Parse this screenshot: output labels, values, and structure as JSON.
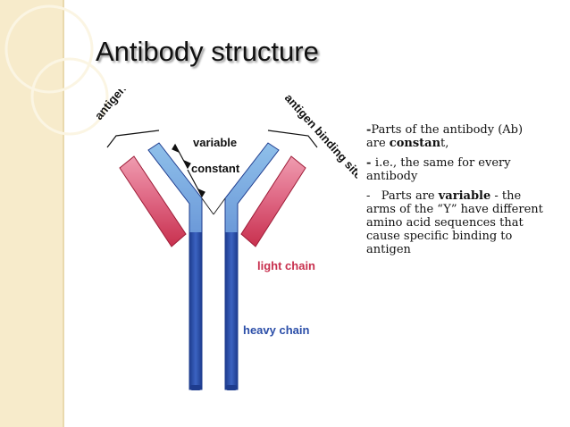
{
  "slide": {
    "title": "Antibody structure",
    "bullets": [
      {
        "prefix": "-",
        "text": "Parts of the antibody (Ab) are ",
        "bold": "constan",
        "suffix": "t,"
      },
      {
        "prefix": "- ",
        "text": "i.e., the same for every antibody",
        "bold": "",
        "suffix": ""
      },
      {
        "prefix": "-   ",
        "text": "Parts are ",
        "bold": "variable",
        "suffix": " - the arms of the “Y” have different amino acid sequences that cause specific binding to antigen"
      }
    ]
  },
  "diagram": {
    "labels": {
      "antigen_binding_site_left": "antigen binding site",
      "antigen_binding_site_right": "antigen binding site",
      "variable": "variable",
      "constant": "constant",
      "light_chain": "light chain",
      "heavy_chain": "heavy chain"
    },
    "colors": {
      "heavy_chain": "#2b4ea8",
      "heavy_chain_light": "#8fc0ea",
      "light_chain": "#c8304e",
      "light_chain_light": "#ef9cb0",
      "light_chain_label": "#c8304e",
      "heavy_chain_label": "#2b4ea8"
    }
  }
}
